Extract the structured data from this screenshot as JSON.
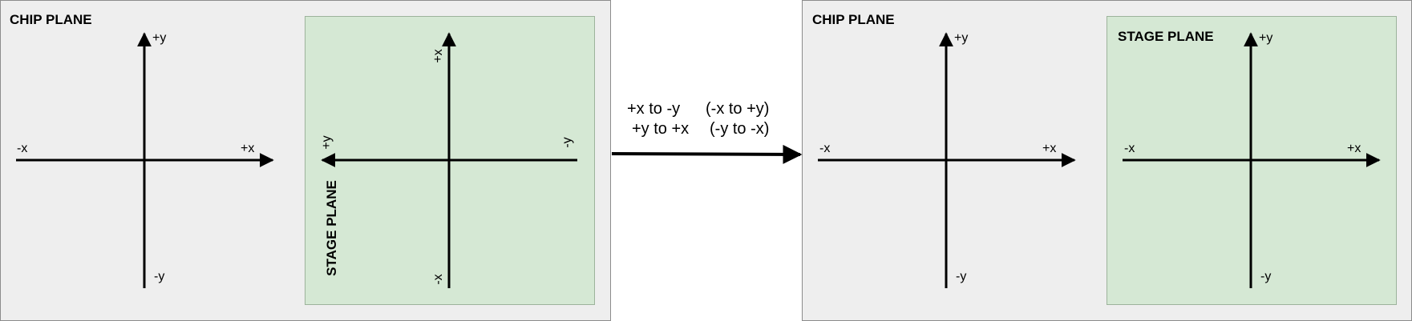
{
  "left": {
    "chip": {
      "title": "CHIP PLANE",
      "pos_y": "+y",
      "neg_y": "-y",
      "neg_x": "-x",
      "pos_x": "+x"
    },
    "stage": {
      "title": "STAGE PLANE",
      "top": "+x",
      "bottom": "-x",
      "left": "+y",
      "right": "-y"
    }
  },
  "transform": {
    "line1_a": "+x to -y",
    "line1_b": "(-x to +y)",
    "line2_a": "+y to +x",
    "line2_b": "(-y to -x)"
  },
  "right": {
    "chip": {
      "title": "CHIP PLANE",
      "pos_y": "+y",
      "neg_y": "-y",
      "neg_x": "-x",
      "pos_x": "+x"
    },
    "stage": {
      "title": "STAGE PLANE",
      "pos_y": "+y",
      "neg_y": "-y",
      "neg_x": "-x",
      "pos_x": "+x"
    }
  }
}
